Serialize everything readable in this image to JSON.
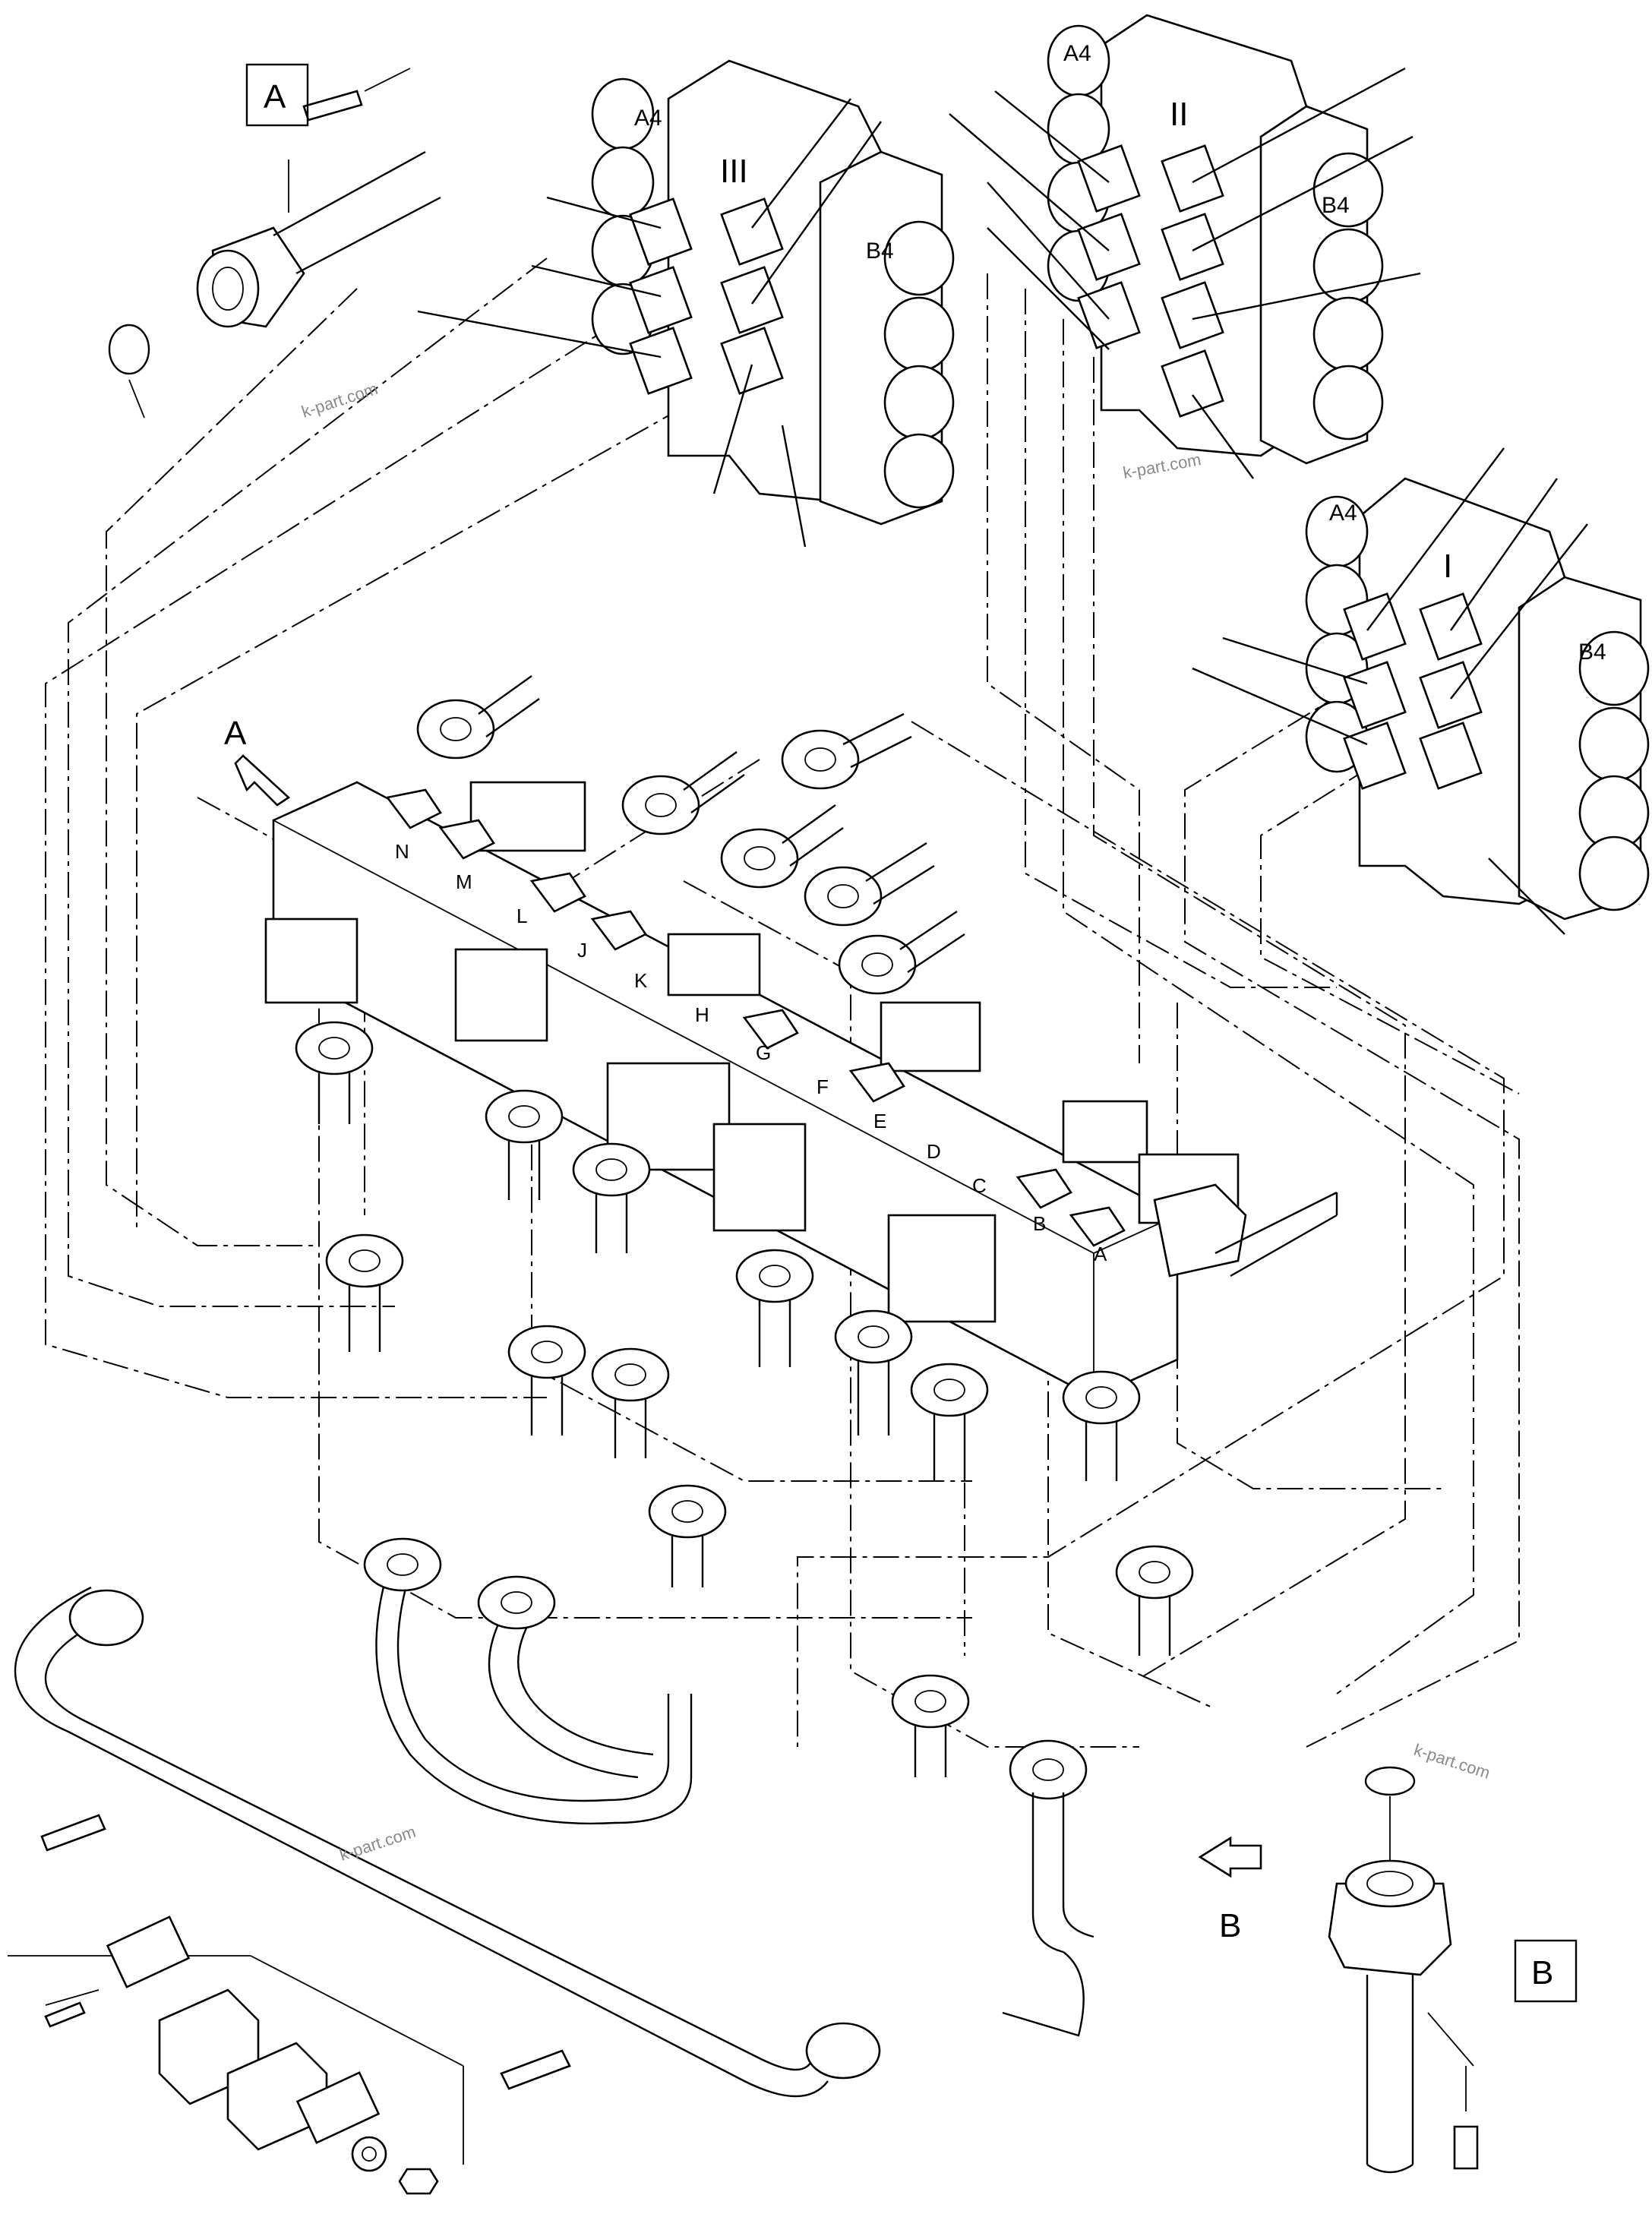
{
  "diagram": {
    "detail_callouts": {
      "a": "A",
      "b": "B"
    },
    "arrows": {
      "a": "A",
      "b": "B"
    },
    "valve_blocks": [
      {
        "roman": "III",
        "port_a": "A4",
        "port_b": "B4"
      },
      {
        "roman": "II",
        "port_a": "A4",
        "port_b": "B4"
      },
      {
        "roman": "I",
        "port_a": "A4",
        "port_b": "B4"
      }
    ],
    "manifold_letters": [
      "N",
      "M",
      "L",
      "K",
      "J",
      "H",
      "G",
      "F",
      "E",
      "D",
      "C",
      "B",
      "A"
    ],
    "watermarks": [
      "k-part.com",
      "k-part.com",
      "k-part.com",
      "k-part.com"
    ]
  },
  "style": {
    "line_color": "#000000",
    "background": "#ffffff",
    "watermark_color": "#8a8a8a"
  }
}
